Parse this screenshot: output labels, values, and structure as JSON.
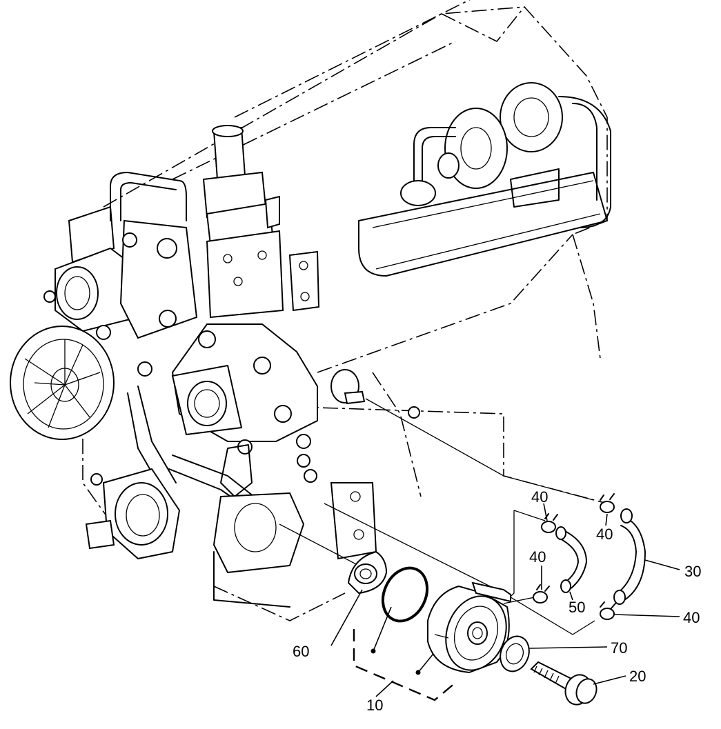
{
  "callouts": {
    "c10": "10",
    "c20": "20",
    "c30": "30",
    "c40a": "40",
    "c40b": "40",
    "c40c": "40",
    "c40d": "40",
    "c50": "50",
    "c60": "60",
    "c70": "70"
  }
}
